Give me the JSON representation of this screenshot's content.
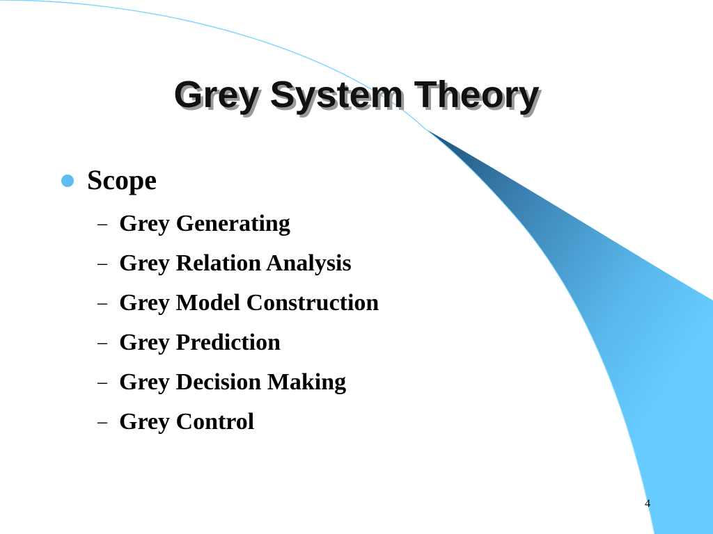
{
  "slide": {
    "title": "Grey System Theory",
    "bullet": "Scope",
    "sub_items": [
      "Grey Generating",
      "Grey Relation Analysis",
      "Grey Model Construction",
      "Grey Prediction",
      "Grey Decision Making",
      "Grey Control"
    ],
    "dash": "–",
    "page_number": "4"
  },
  "colors": {
    "accent_light": "#66ccff",
    "accent_dark": "#2f6a94",
    "bullet": "#5fbdf2",
    "title_shadow": "#9a9a9a"
  },
  "icons": {
    "bullet": "round-bullet-icon",
    "decoration": "curved-swoosh-decoration"
  }
}
